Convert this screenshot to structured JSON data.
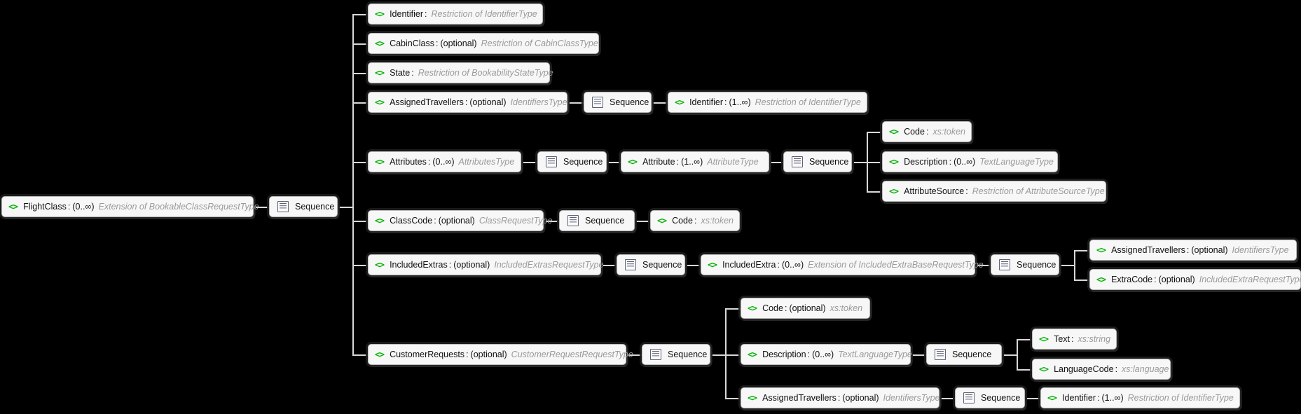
{
  "diagram": {
    "title": "FlightClass XSD element tree",
    "type": "xsd-schema-tree",
    "background_color": "#000000",
    "node_fill_color": "#f7f7f7",
    "element_icon_color": "#00b300",
    "type_text_color": "#9a9a9a",
    "connector_color": "#d8d8d8",
    "icons": {
      "element": "<>",
      "sequence": "sequence-icon"
    }
  },
  "nodes": {
    "root": {
      "icon": "<>",
      "name": "FlightClass",
      "sep": ":",
      "occurrence": "(0..∞)",
      "type": "Extension of BookableClassRequestType"
    },
    "root_sequence": {
      "label": "Sequence"
    },
    "identifier": {
      "icon": "<>",
      "name": "Identifier",
      "sep": ":",
      "occurrence": "",
      "type": "Restriction of IdentifierType"
    },
    "cabin_class": {
      "icon": "<>",
      "name": "CabinClass",
      "sep": ":",
      "occurrence": "(optional)",
      "type": "Restriction of CabinClassType"
    },
    "state": {
      "icon": "<>",
      "name": "State",
      "sep": ":",
      "occurrence": "",
      "type": "Restriction of BookabilityStateType"
    },
    "assigned_travellers": {
      "icon": "<>",
      "name": "AssignedTravellers",
      "sep": ":",
      "occurrence": "(optional)",
      "type": "IdentifiersType"
    },
    "assigned_travellers_sequence": {
      "label": "Sequence"
    },
    "assigned_travellers_identifier": {
      "icon": "<>",
      "name": "Identifier",
      "sep": ":",
      "occurrence": "(1..∞)",
      "type": "Restriction of IdentifierType"
    },
    "attributes": {
      "icon": "<>",
      "name": "Attributes",
      "sep": ":",
      "occurrence": "(0..∞)",
      "type": "AttributesType"
    },
    "attributes_sequence": {
      "label": "Sequence"
    },
    "attribute": {
      "icon": "<>",
      "name": "Attribute",
      "sep": ":",
      "occurrence": "(1..∞)",
      "type": "AttributeType"
    },
    "attribute_sequence": {
      "label": "Sequence"
    },
    "attribute_code": {
      "icon": "<>",
      "name": "Code",
      "sep": ":",
      "occurrence": "",
      "type": "xs:token"
    },
    "attribute_description": {
      "icon": "<>",
      "name": "Description",
      "sep": ":",
      "occurrence": "(0..∞)",
      "type": "TextLanguageType"
    },
    "attribute_source": {
      "icon": "<>",
      "name": "AttributeSource",
      "sep": ":",
      "occurrence": "",
      "type": "Restriction of AttributeSourceType"
    },
    "class_code": {
      "icon": "<>",
      "name": "ClassCode",
      "sep": ":",
      "occurrence": "(optional)",
      "type": "ClassRequestType"
    },
    "class_code_sequence": {
      "label": "Sequence"
    },
    "class_code_code": {
      "icon": "<>",
      "name": "Code",
      "sep": ":",
      "occurrence": "",
      "type": "xs:token"
    },
    "included_extras": {
      "icon": "<>",
      "name": "IncludedExtras",
      "sep": ":",
      "occurrence": "(optional)",
      "type": "IncludedExtrasRequestType"
    },
    "included_extras_sequence": {
      "label": "Sequence"
    },
    "included_extra": {
      "icon": "<>",
      "name": "IncludedExtra",
      "sep": ":",
      "occurrence": "(0..∞)",
      "type": "Extension of IncludedExtraBaseRequestType"
    },
    "included_extra_sequence": {
      "label": "Sequence"
    },
    "included_extra_assigned_travellers": {
      "icon": "<>",
      "name": "AssignedTravellers",
      "sep": ":",
      "occurrence": "(optional)",
      "type": "IdentifiersType"
    },
    "included_extra_extra_code": {
      "icon": "<>",
      "name": "ExtraCode",
      "sep": ":",
      "occurrence": "(optional)",
      "type": "IncludedExtraRequestType"
    },
    "customer_requests": {
      "icon": "<>",
      "name": "CustomerRequests",
      "sep": ":",
      "occurrence": "(optional)",
      "type": "CustomerRequestRequestType"
    },
    "customer_requests_sequence": {
      "label": "Sequence"
    },
    "customer_requests_code": {
      "icon": "<>",
      "name": "Code",
      "sep": ":",
      "occurrence": "(optional)",
      "type": "xs:token"
    },
    "customer_requests_description": {
      "icon": "<>",
      "name": "Description",
      "sep": ":",
      "occurrence": "(0..∞)",
      "type": "TextLanguageType"
    },
    "customer_requests_description_sequence": {
      "label": "Sequence"
    },
    "customer_requests_text": {
      "icon": "<>",
      "name": "Text",
      "sep": ":",
      "occurrence": "",
      "type": "xs:string"
    },
    "customer_requests_language_code": {
      "icon": "<>",
      "name": "LanguageCode",
      "sep": ":",
      "occurrence": "",
      "type": "xs:language"
    },
    "customer_requests_assigned_travellers": {
      "icon": "<>",
      "name": "AssignedTravellers",
      "sep": ":",
      "occurrence": "(optional)",
      "type": "IdentifiersType"
    },
    "customer_requests_assigned_travellers_sequence": {
      "label": "Sequence"
    },
    "customer_requests_assigned_travellers_identifier": {
      "icon": "<>",
      "name": "Identifier",
      "sep": ":",
      "occurrence": "(1..∞)",
      "type": "Restriction of IdentifierType"
    }
  }
}
